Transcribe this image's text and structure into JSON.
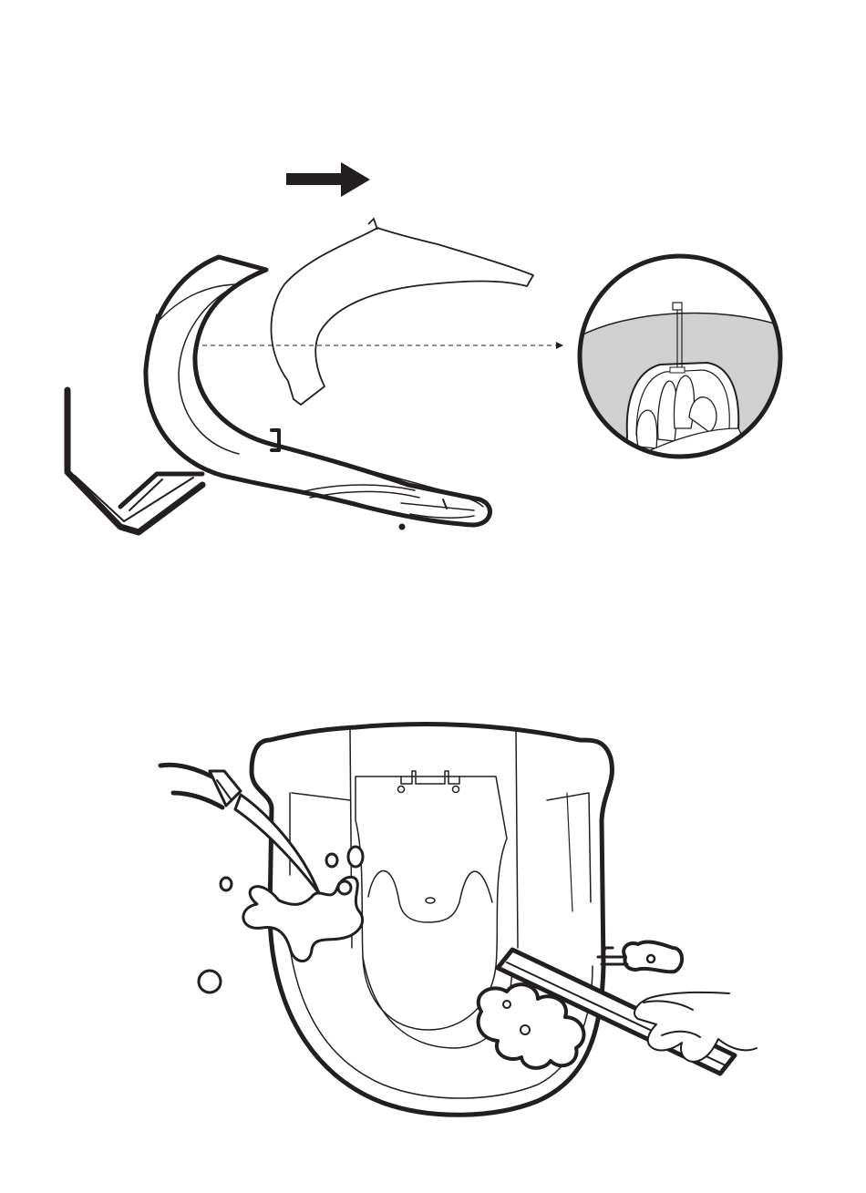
{
  "document": {
    "figures": [
      {
        "step": "remove-cover",
        "direction_arrow": "right",
        "has_detail_callout": true
      },
      {
        "step": "rinse-and-scrub",
        "tools": [
          "hose",
          "brush"
        ]
      }
    ]
  },
  "colors": {
    "line": "#231f20",
    "detail_fill": "#d0d0d0",
    "background": "#ffffff"
  }
}
